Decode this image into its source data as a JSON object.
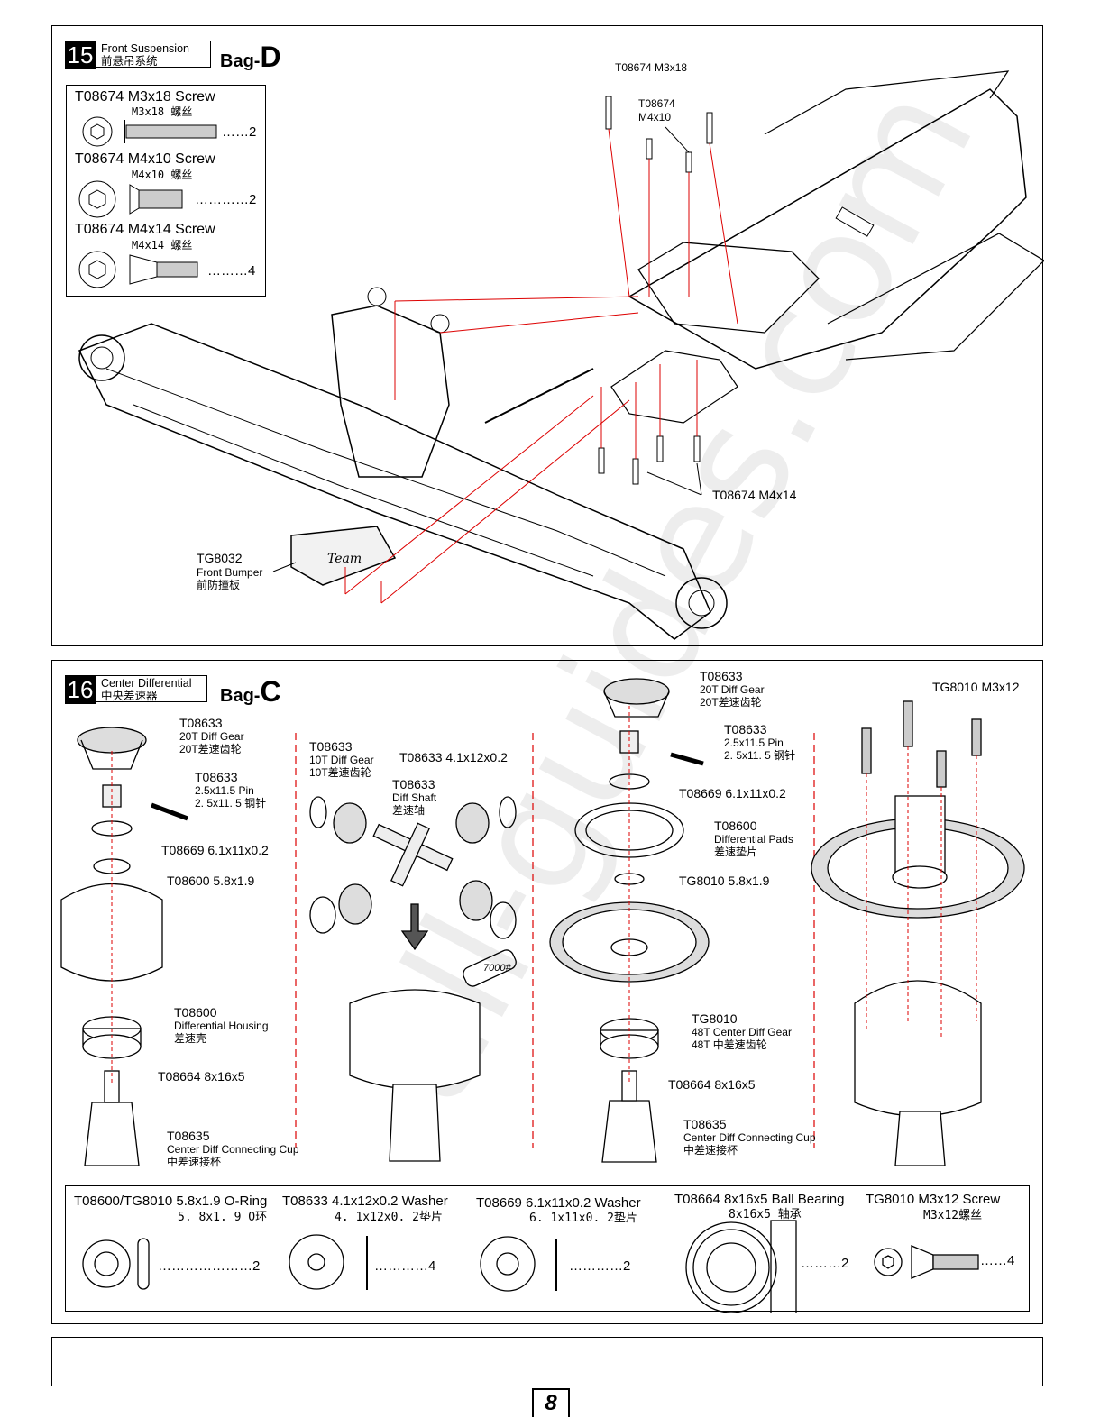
{
  "step15": {
    "number": "15",
    "title_en": "Front Suspension",
    "title_cn": "前悬吊系统",
    "bag_prefix": "Bag-",
    "bag_letter": "D",
    "parts_box": [
      {
        "label": "T08674  M3x18 Screw",
        "cn": "M3x18 螺丝",
        "qty": "……2"
      },
      {
        "label": "T08674  M4x10 Screw",
        "cn": "M4x10 螺丝",
        "qty": "…………2"
      },
      {
        "label": "T08674  M4x14 Screw",
        "cn": "M4x14 螺丝",
        "qty": "………4"
      }
    ],
    "callouts": {
      "m3x18": "T08674 M3x18",
      "m4x10_a": "T08674",
      "m4x10_b": "M4x10",
      "m4x14": "T08674  M4x14",
      "bumper_code": "TG8032",
      "bumper_en": "Front Bumper",
      "bumper_cn": "前防撞板"
    }
  },
  "step16": {
    "number": "16",
    "title_en": "Center Differential",
    "title_cn": "中央差速器",
    "bag_prefix": "Bag-",
    "bag_letter": "C",
    "col1": {
      "gear_code": "T08633",
      "gear_en": "20T Diff Gear",
      "gear_cn": "20T差速齿轮",
      "pin_code": "T08633",
      "pin_en": "2.5x11.5 Pin",
      "pin_cn": "2. 5x11. 5  钢针",
      "washer": "T08669 6.1x11x0.2",
      "oring": "T08600 5.8x1.9",
      "housing_code": "T08600",
      "housing_en": "Differential Housing",
      "housing_cn": "差速壳",
      "bearing": "T08664  8x16x5",
      "cup_code": "T08635",
      "cup_en": "Center Diff Connecting Cup",
      "cup_cn": "中差速接杯"
    },
    "col2": {
      "gear_code": "T08633",
      "gear_en": "10T Diff Gear",
      "gear_cn": "10T差速齿轮",
      "washer": "T08633 4.1x12x0.2",
      "shaft_code": "T08633",
      "shaft_en": "Diff Shaft",
      "shaft_cn": "差速轴",
      "oil": "7000#"
    },
    "col3": {
      "gear_code": "T08633",
      "gear_en": "20T Diff Gear",
      "gear_cn": "20T差速齿轮",
      "pin_code": "T08633",
      "pin_en": "2.5x11.5 Pin",
      "pin_cn": "2. 5x11. 5  钢针",
      "washer": "T08669 6.1x11x0.2",
      "pads_code": "T08600",
      "pads_en": "Differential Pads",
      "pads_cn": "差速垫片",
      "oring": "TG8010 5.8x1.9",
      "spur_code": "TG8010",
      "spur_en": "48T Center Diff Gear",
      "spur_cn": "48T  中差速齿轮",
      "bearing": "T08664 8x16x5",
      "cup_code": "T08635",
      "cup_en": "Center Diff Connecting Cup",
      "cup_cn": "中差速接杯"
    },
    "col4": {
      "screw": "TG8010 M3x12"
    },
    "parts_bar": [
      {
        "label": "T08600/TG8010  5.8x1.9 O-Ring",
        "cn": "5. 8x1. 9  O环",
        "qty": "…………………2"
      },
      {
        "label": "T08633  4.1x12x0.2 Washer",
        "cn": "4. 1x12x0. 2垫片",
        "qty": "…………4"
      },
      {
        "label": "T08669  6.1x11x0.2 Washer",
        "cn": "6. 1x11x0. 2垫片",
        "qty": "…………2"
      },
      {
        "label": "T08664  8x16x5 Ball Bearing",
        "cn": "8x16x5  轴承",
        "qty": "………2"
      },
      {
        "label": "TG8010  M3x12 Screw",
        "cn": "M3x12螺丝",
        "qty": "……4"
      }
    ]
  },
  "page_number": "8",
  "watermark": "all-guides.com"
}
